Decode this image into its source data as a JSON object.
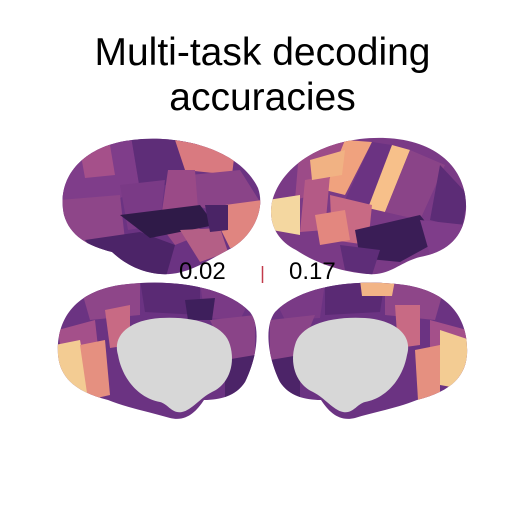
{
  "title": {
    "line1": "Multi-task decoding",
    "line2": "accuracies"
  },
  "colorbar": {
    "min_label": "0.02",
    "max_label": "0.17",
    "colormap": "magma",
    "colors": [
      "#3a1d56",
      "#5c2c76",
      "#7a3a84",
      "#a2508a",
      "#c96a86",
      "#e79283",
      "#f8c28b",
      "#fbe6b6"
    ]
  },
  "views": [
    "left-lateral",
    "right-lateral",
    "left-medial",
    "right-medial"
  ],
  "medial_wall_color": "#d7d7d7"
}
